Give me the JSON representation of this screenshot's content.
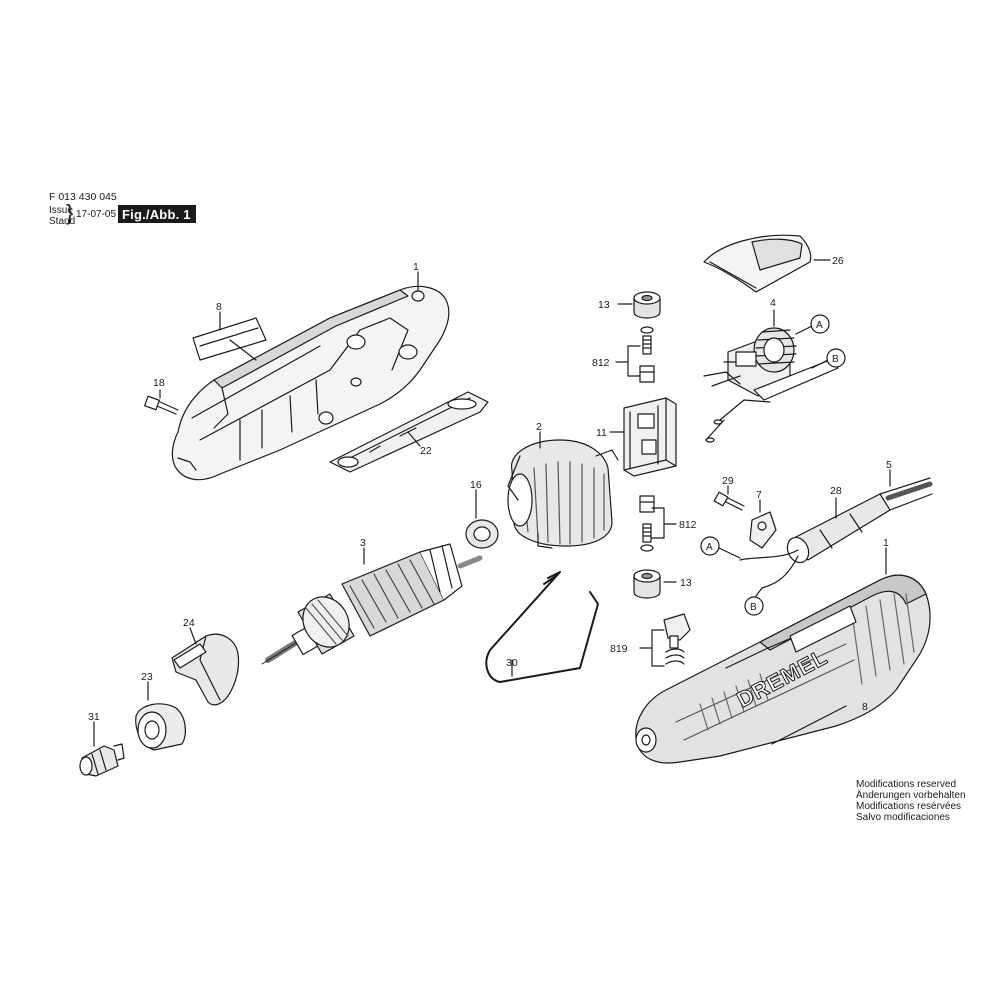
{
  "header": {
    "part_number": "F 013 430 045",
    "issue_label_line1": "Issue",
    "issue_label_line2": "Stand",
    "issue_date": "17-07-05",
    "figure_label": "Fig./Abb. 1"
  },
  "notes": {
    "line1": "Modifications reserved",
    "line2": "Änderungen vorbehalten",
    "line3": "Modifications resérvées",
    "line4": "Salvo modificaciones"
  },
  "brand_on_housing": "DREMEL",
  "callouts": {
    "housing_half_top": "1",
    "label_top": "8",
    "screw": "18",
    "plate": "22",
    "nut_top": "13",
    "brush_holder_top": "812",
    "switch_cover": "26",
    "switch": "4",
    "bubble_a_switch": "A",
    "bubble_b_switch": "B",
    "brush_box": "11",
    "field": "2",
    "bearing": "16",
    "armature": "3",
    "brush_holder_bottom": "812",
    "nut_bottom": "13",
    "screw_clamp": "29",
    "cable_clamp": "7",
    "sleeve": "28",
    "cord": "5",
    "bubble_a_cord": "A",
    "bubble_b_cord": "B",
    "housing_half_bottom": "1",
    "label_bottom": "8",
    "spindle_lock": "819",
    "hanger": "30",
    "fan_cover": "24",
    "nose_cap": "23",
    "collet_nut": "31"
  }
}
